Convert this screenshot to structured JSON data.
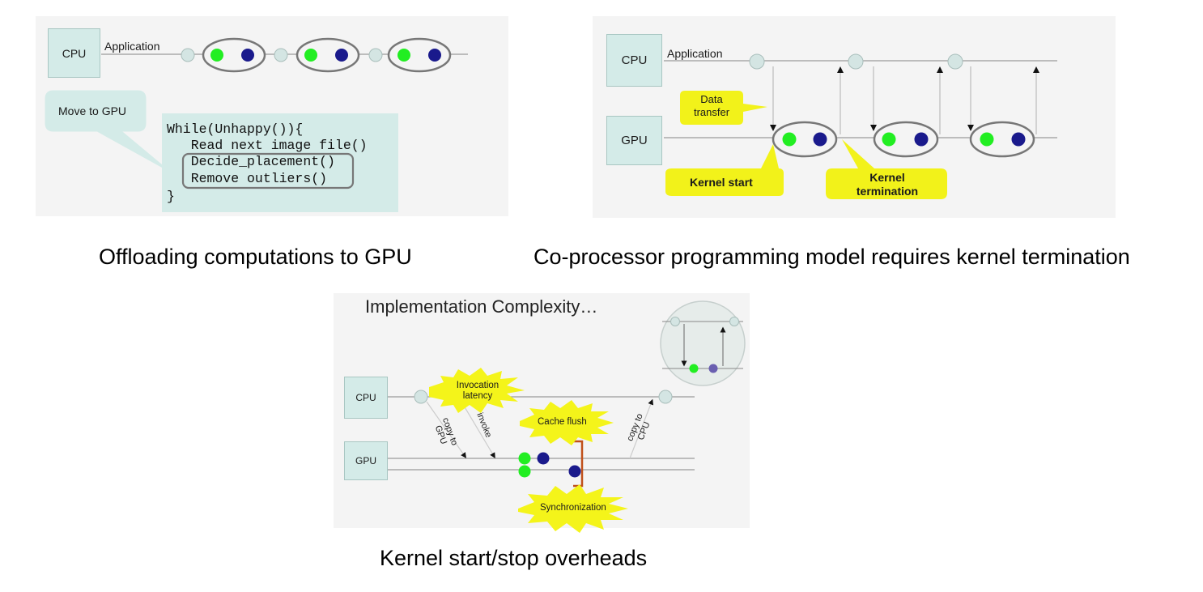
{
  "panel1": {
    "cpu_label": "CPU",
    "application_label": "Application",
    "callout": "Move to GPU",
    "code_lines": [
      "While(Unhappy()){",
      "   Read next image file()",
      "   Decide_placement()",
      "   Remove outliers()",
      "}"
    ],
    "caption": "Offloading computations to GPU"
  },
  "panel2": {
    "cpu_label": "CPU",
    "gpu_label": "GPU",
    "application_label": "Application",
    "data_transfer_label": "Data transfer",
    "kernel_start_label": "Kernel start",
    "kernel_termination_label": "Kernel termination",
    "caption": "Co-processor programming model requires kernel termination"
  },
  "panel3": {
    "title": "Implementation Complexity…",
    "cpu_label": "CPU",
    "gpu_label": "GPU",
    "invocation_latency_label": "Invocation latency",
    "cache_flush_label": "Cache flush",
    "synchronization_label": "Synchronization",
    "copy_to_gpu_label": "copy to GPU",
    "invoke_label": "invoke",
    "copy_to_cpu_label": "copy to CPU",
    "caption": "Kernel start/stop overheads"
  },
  "colors": {
    "green": "#22ee22",
    "navy": "#1a1a8c",
    "box_fill": "#d4ebe8",
    "burst_yellow": "#f4f41a",
    "callout_yellow": "#f2f21a",
    "bracket": "#c0501a"
  }
}
